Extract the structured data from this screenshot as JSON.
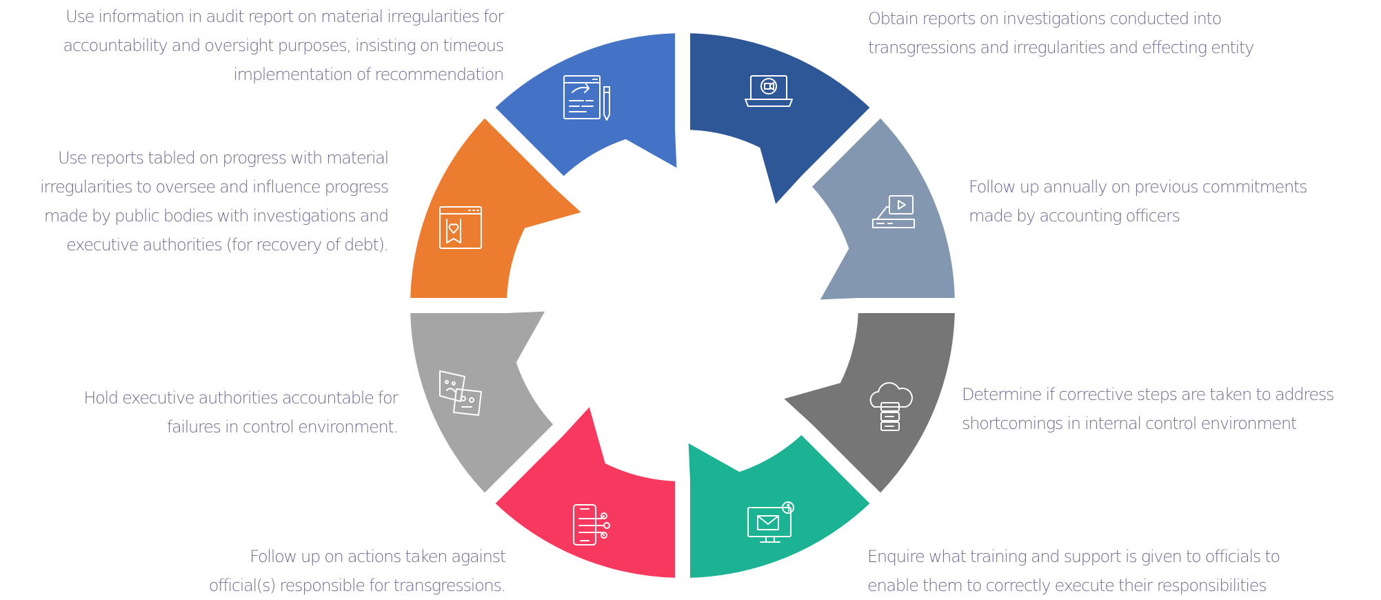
{
  "colors": {
    "seg1": "#2e5797",
    "seg2": "#8497b1",
    "seg3": "#767676",
    "seg4": "#1bb394",
    "seg5": "#f7395f",
    "seg6": "#a5a5a5",
    "seg7": "#ec7d30",
    "seg8": "#4472c4",
    "text": "#6f6b8f"
  },
  "items": [
    {
      "id": "seg1",
      "icon": "laptop-video-chat-icon",
      "lines": [
        "Obtain reports on investigations conducted into",
        "transgressions and irregularities and effecting entity"
      ]
    },
    {
      "id": "seg2",
      "icon": "presentation-play-icon",
      "lines": [
        "Follow up annually on previous  commitments",
        "made by accounting officers"
      ]
    },
    {
      "id": "seg3",
      "icon": "cloud-server-icon",
      "lines": [
        "Determine if corrective steps are  taken to address",
        "shortcomings in internal control environment"
      ]
    },
    {
      "id": "seg4",
      "icon": "monitor-mail-notification-icon",
      "lines": [
        "Enquire what training and support is  given to officials to",
        "enable them to correctly execute their responsibilities"
      ]
    },
    {
      "id": "seg5",
      "icon": "mobile-network-icon",
      "lines": [
        "Follow up on actions taken  against",
        "official(s) responsible for transgressions."
      ]
    },
    {
      "id": "seg6",
      "icon": "emotion-cards-icon",
      "lines": [
        "Hold executive authorities  accountable for",
        "failures in control environment."
      ]
    },
    {
      "id": "seg7",
      "icon": "browser-heart-icon",
      "lines": [
        "Use reports tabled on progress with material",
        "irregularities to oversee and influence progress",
        "made by public bodies with investigations and",
        "executive authorities (for recovery of debt)."
      ]
    },
    {
      "id": "seg8",
      "icon": "document-share-edit-icon",
      "lines": [
        "Use information in audit report on material irregularities for",
        "accountability and oversight purposes, insisting on timeous",
        "implementation of recommendation"
      ]
    }
  ]
}
